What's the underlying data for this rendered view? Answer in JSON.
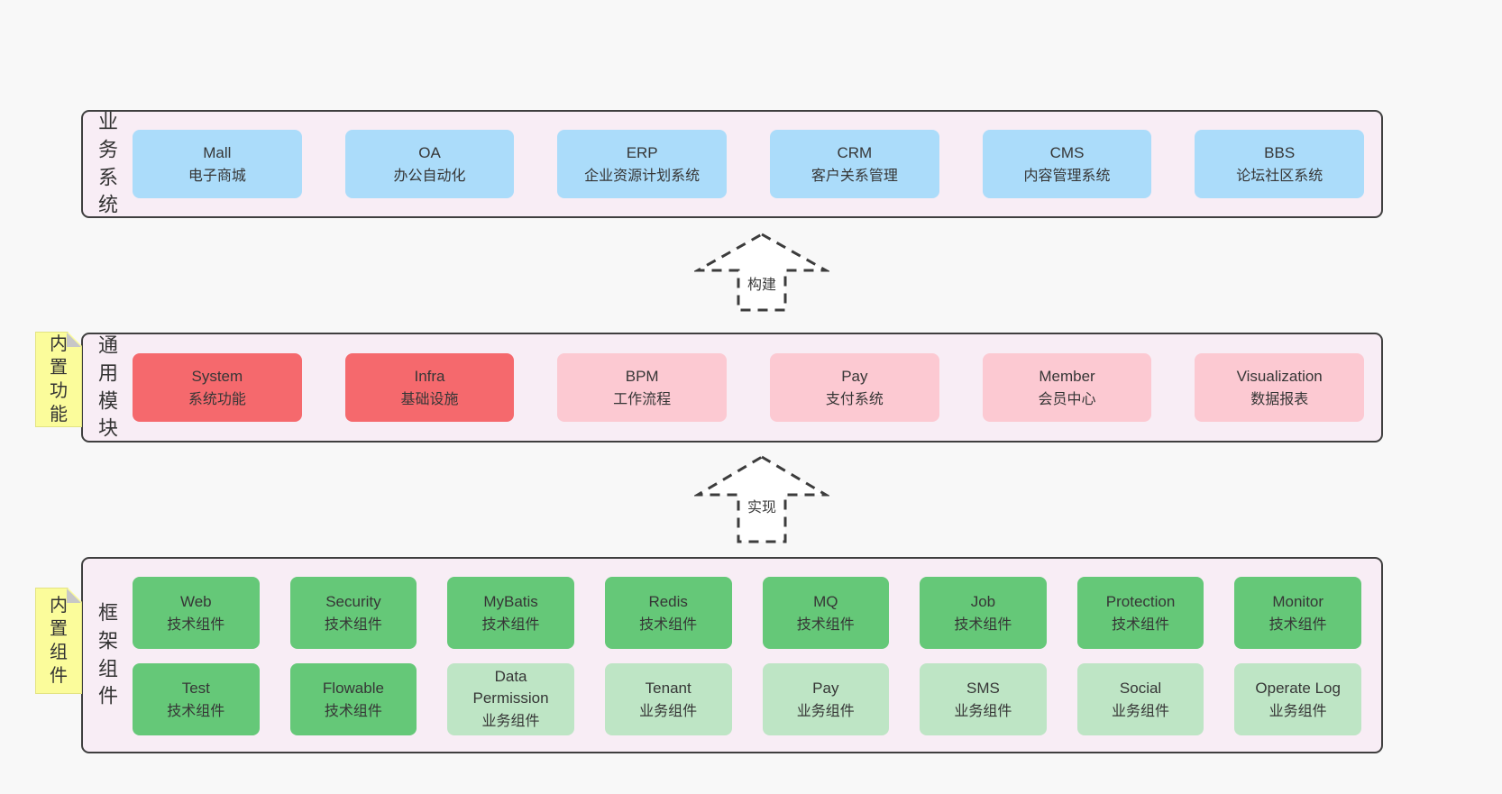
{
  "colors": {
    "page_bg": "#f8f8f8",
    "band_bg": "#f8edf5",
    "band_border": "#3f3f3f",
    "blue_box": "#abdcfa",
    "red_box": "#f5696d",
    "pink_box": "#fcc9d2",
    "green_box": "#65c878",
    "light_green_box": "#bee5c5",
    "sticky_yellow": "#fbfc9b",
    "text": "#363636"
  },
  "arrows": {
    "build": "构建",
    "implement": "实现"
  },
  "band1": {
    "label": "业务系统",
    "boxes": [
      {
        "title": "Mall",
        "subtitle": "电子商城"
      },
      {
        "title": "OA",
        "subtitle": "办公自动化"
      },
      {
        "title": "ERP",
        "subtitle": "企业资源计划系统"
      },
      {
        "title": "CRM",
        "subtitle": "客户关系管理"
      },
      {
        "title": "CMS",
        "subtitle": "内容管理系统"
      },
      {
        "title": "BBS",
        "subtitle": "论坛社区系统"
      }
    ]
  },
  "band2": {
    "sticky": "内置功能",
    "label": "通用模块",
    "boxes": [
      {
        "title": "System",
        "subtitle": "系统功能"
      },
      {
        "title": "Infra",
        "subtitle": "基础设施"
      },
      {
        "title": "BPM",
        "subtitle": "工作流程"
      },
      {
        "title": "Pay",
        "subtitle": "支付系统"
      },
      {
        "title": "Member",
        "subtitle": "会员中心"
      },
      {
        "title": "Visualization",
        "subtitle": "数据报表"
      }
    ]
  },
  "band3": {
    "sticky": "内置组件",
    "label": "框架组件",
    "row1": [
      {
        "title": "Web",
        "subtitle": "技术组件"
      },
      {
        "title": "Security",
        "subtitle": "技术组件"
      },
      {
        "title": "MyBatis",
        "subtitle": "技术组件"
      },
      {
        "title": "Redis",
        "subtitle": "技术组件"
      },
      {
        "title": "MQ",
        "subtitle": "技术组件"
      },
      {
        "title": "Job",
        "subtitle": "技术组件"
      },
      {
        "title": "Protection",
        "subtitle": "技术组件"
      },
      {
        "title": "Monitor",
        "subtitle": "技术组件"
      }
    ],
    "row2": [
      {
        "title": "Test",
        "subtitle": "技术组件"
      },
      {
        "title": "Flowable",
        "subtitle": "技术组件"
      },
      {
        "title": "Data Permission",
        "subtitle": "业务组件"
      },
      {
        "title": "Tenant",
        "subtitle": "业务组件"
      },
      {
        "title": "Pay",
        "subtitle": "业务组件"
      },
      {
        "title": "SMS",
        "subtitle": "业务组件"
      },
      {
        "title": "Social",
        "subtitle": "业务组件"
      },
      {
        "title": "Operate Log",
        "subtitle": "业务组件"
      }
    ]
  }
}
